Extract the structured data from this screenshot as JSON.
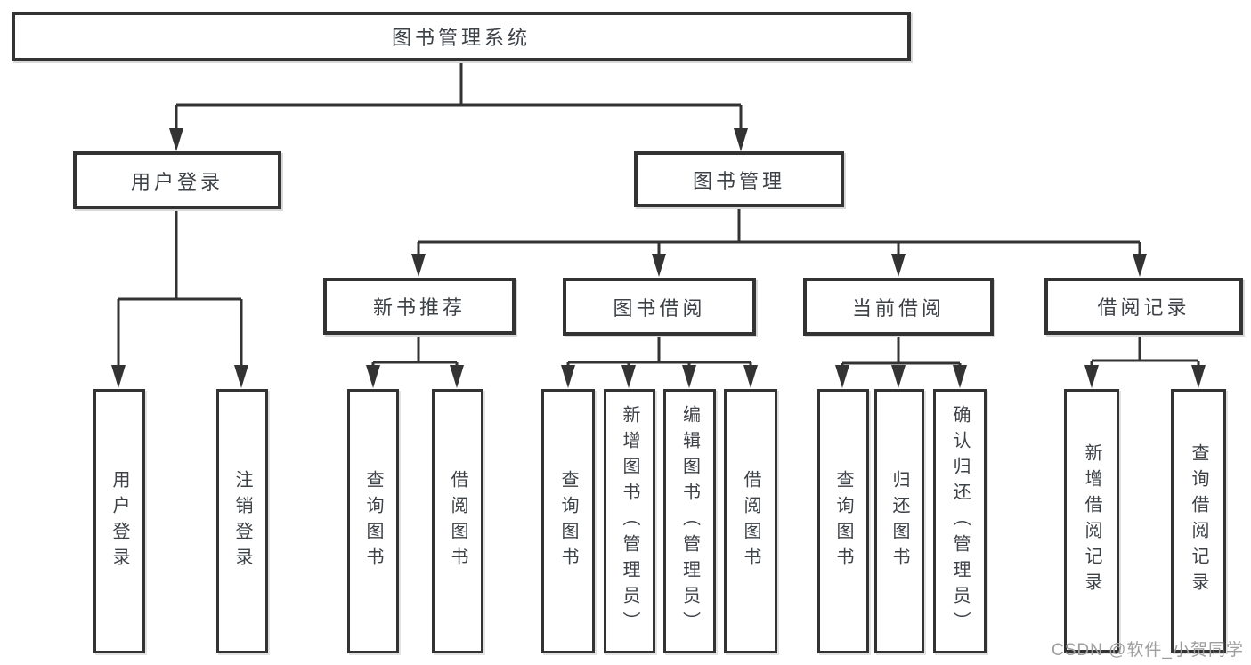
{
  "tree": {
    "label": "图书管理系统",
    "children": [
      {
        "label": "用户登录",
        "children": [
          {
            "label": "用户登录"
          },
          {
            "label": "注销登录"
          }
        ]
      },
      {
        "label": "图书管理",
        "children": [
          {
            "label": "新书推荐",
            "children": [
              {
                "label": "查询图书"
              },
              {
                "label": "借阅图书"
              }
            ]
          },
          {
            "label": "图书借阅",
            "children": [
              {
                "label": "查询图书"
              },
              {
                "label": "新增图书（管理员）"
              },
              {
                "label": "编辑图书（管理员）"
              },
              {
                "label": "借阅图书"
              }
            ]
          },
          {
            "label": "当前借阅",
            "children": [
              {
                "label": "查询图书"
              },
              {
                "label": "归还图书"
              },
              {
                "label": "确认归还（管理员）"
              }
            ]
          },
          {
            "label": "借阅记录",
            "children": [
              {
                "label": "新增借阅记录"
              },
              {
                "label": "查询借阅记录"
              }
            ]
          }
        ]
      }
    ]
  },
  "watermark": "CSDN @软件_小贺同学",
  "colors": {
    "line": "#333333",
    "box_border": "#333333",
    "text": "#3d4247",
    "watermark_text": "#9e9e9e",
    "background": "#ffffff"
  }
}
